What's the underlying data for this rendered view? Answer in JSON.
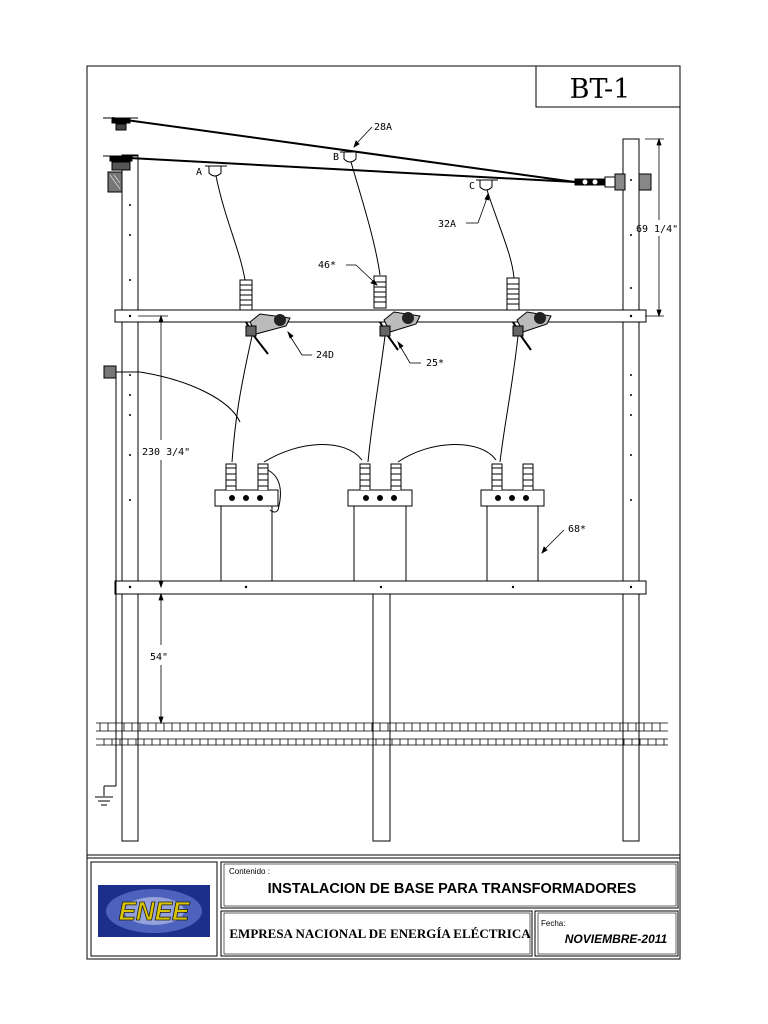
{
  "sheet": {
    "id": "BT-1"
  },
  "callouts": {
    "conductor": "28A",
    "connector": "32A",
    "fuse": "46*",
    "arrester": "25*",
    "crossarm": "24D",
    "transformer": "68*"
  },
  "phases": [
    "A",
    "B",
    "C"
  ],
  "dimensions": {
    "upper": "69 1/4\"",
    "middle": "230 3/4\"",
    "lower": "54\""
  },
  "title_block": {
    "content_label": "Contenido :",
    "title": "INSTALACION DE BASE PARA TRANSFORMADORES",
    "company": "EMPRESA NACIONAL DE ENERGÍA ELÉCTRICA",
    "date_label": "Fecha:",
    "date": "NOVIEMBRE-2011",
    "logo_text": "ENEE"
  },
  "colors": {
    "line": "#000000",
    "logo_blue": "#1c2f8a",
    "logo_yellow": "#d9c400"
  }
}
